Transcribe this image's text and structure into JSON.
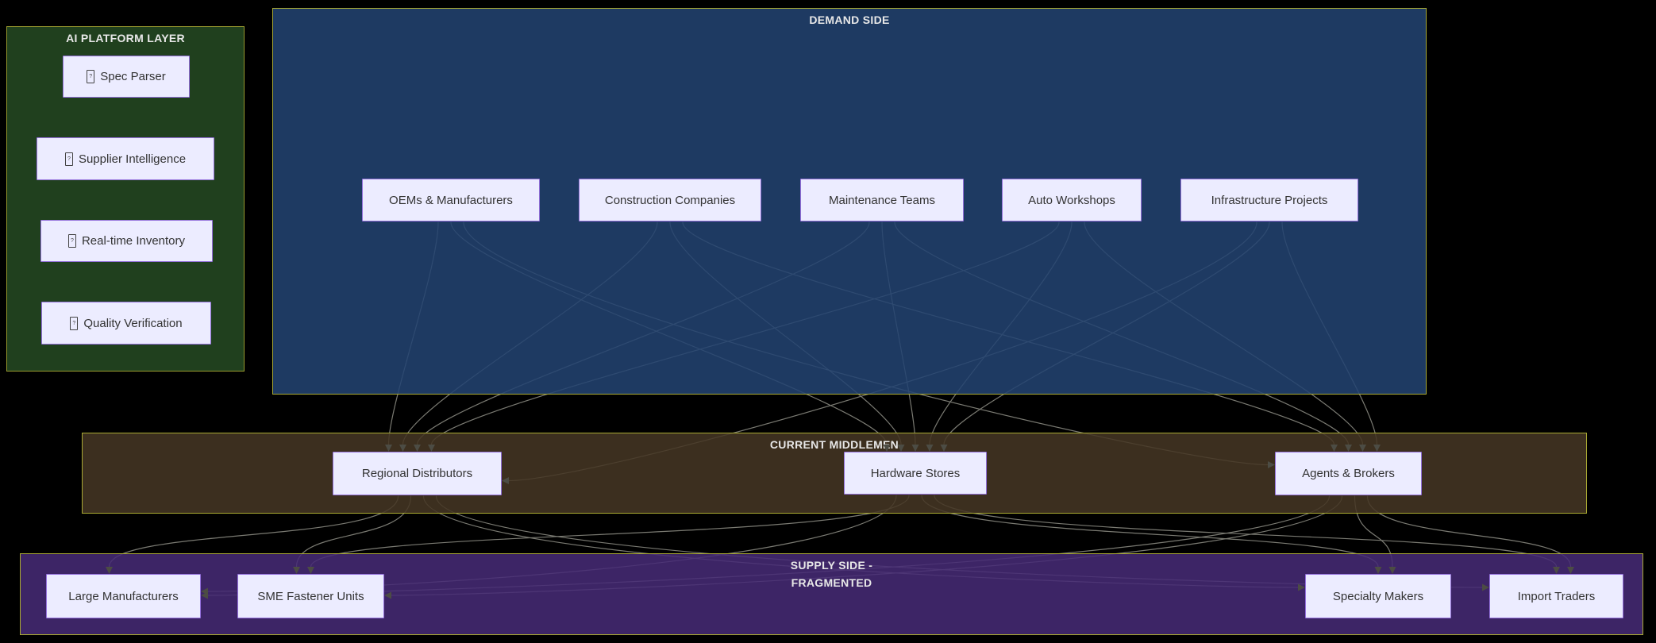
{
  "background": "#000000",
  "icons": {
    "missing_glyph": "?"
  },
  "colors": {
    "node_fill": "#ececff",
    "node_border": "#9370db",
    "node_text": "#333333",
    "edge": "#7a7a72",
    "arrow": "#4c4c44",
    "title_text": "#e8e8e8"
  },
  "diagram": {
    "clusters": [
      {
        "id": "ai-platform",
        "title_lines": [
          "AI PLATFORM LAYER"
        ],
        "fill": "#254923",
        "border": "#99992e",
        "nodes": [
          {
            "id": "spec",
            "label": "Spec Parser",
            "missing_glyph": true
          },
          {
            "id": "supplier",
            "label": "Supplier Intelligence",
            "missing_glyph": true
          },
          {
            "id": "realtime",
            "label": "Real-time Inventory",
            "missing_glyph": true
          },
          {
            "id": "quality",
            "label": "Quality Verification",
            "missing_glyph": true
          }
        ]
      },
      {
        "id": "demand",
        "title_lines": [
          "DEMAND SIDE"
        ],
        "fill": "#234370",
        "border": "#aaaa33",
        "nodes": [
          {
            "id": "oems",
            "label": "OEMs & Manufacturers"
          },
          {
            "id": "construction",
            "label": "Construction Companies"
          },
          {
            "id": "maintenance",
            "label": "Maintenance Teams"
          },
          {
            "id": "auto",
            "label": "Auto Workshops"
          },
          {
            "id": "infra",
            "label": "Infrastructure Projects"
          }
        ]
      },
      {
        "id": "middlemen",
        "title_lines": [
          "CURRENT MIDDLEMEN"
        ],
        "fill": "#453624",
        "border": "#aaaa33",
        "nodes": [
          {
            "id": "regional",
            "label": "Regional Distributors"
          },
          {
            "id": "hardware",
            "label": "Hardware Stores"
          },
          {
            "id": "agents",
            "label": "Agents & Brokers"
          }
        ]
      },
      {
        "id": "supply",
        "title_lines": [
          "SUPPLY SIDE -",
          "FRAGMENTED"
        ],
        "fill": "#462b75",
        "border": "#aaaa33",
        "nodes": [
          {
            "id": "large",
            "label": "Large Manufacturers"
          },
          {
            "id": "sme",
            "label": "SME Fastener Units"
          },
          {
            "id": "specialty",
            "label": "Specialty Makers"
          },
          {
            "id": "import",
            "label": "Import Traders"
          }
        ]
      }
    ],
    "edges": [
      {
        "from": "oems",
        "to": "regional"
      },
      {
        "from": "oems",
        "to": "hardware"
      },
      {
        "from": "oems",
        "to": "agents"
      },
      {
        "from": "construction",
        "to": "regional"
      },
      {
        "from": "construction",
        "to": "hardware"
      },
      {
        "from": "construction",
        "to": "agents"
      },
      {
        "from": "maintenance",
        "to": "regional"
      },
      {
        "from": "maintenance",
        "to": "hardware"
      },
      {
        "from": "maintenance",
        "to": "agents"
      },
      {
        "from": "auto",
        "to": "regional"
      },
      {
        "from": "auto",
        "to": "hardware"
      },
      {
        "from": "auto",
        "to": "agents"
      },
      {
        "from": "infra",
        "to": "regional"
      },
      {
        "from": "infra",
        "to": "hardware"
      },
      {
        "from": "infra",
        "to": "agents"
      },
      {
        "from": "regional",
        "to": "large"
      },
      {
        "from": "regional",
        "to": "sme"
      },
      {
        "from": "regional",
        "to": "specialty"
      },
      {
        "from": "regional",
        "to": "import"
      },
      {
        "from": "hardware",
        "to": "large"
      },
      {
        "from": "hardware",
        "to": "sme"
      },
      {
        "from": "hardware",
        "to": "specialty"
      },
      {
        "from": "hardware",
        "to": "import"
      },
      {
        "from": "agents",
        "to": "large"
      },
      {
        "from": "agents",
        "to": "sme"
      },
      {
        "from": "agents",
        "to": "specialty"
      },
      {
        "from": "agents",
        "to": "import"
      }
    ]
  }
}
